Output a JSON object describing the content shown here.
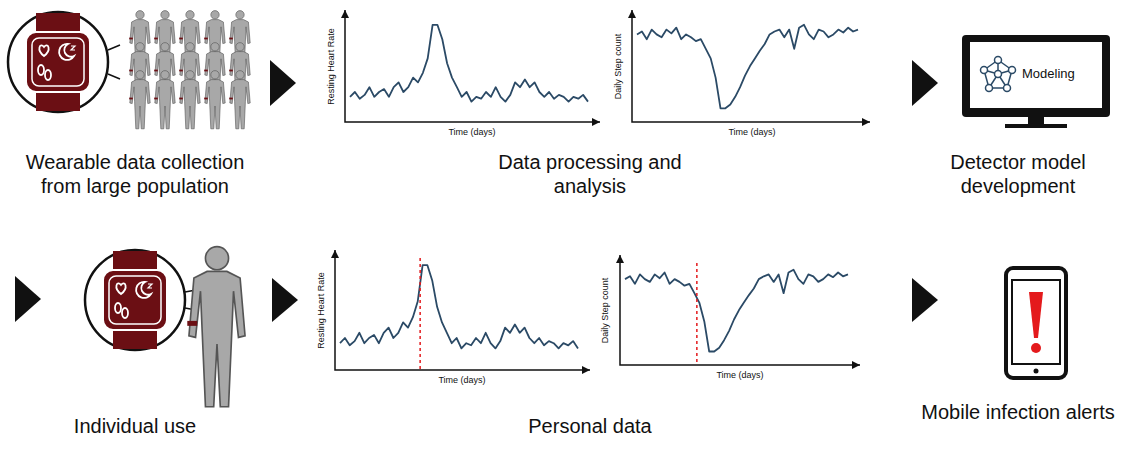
{
  "diagram": {
    "nodes": [
      {
        "text": [
          "Modeling"
        ]
      }
    ],
    "labels": [
      "Wearable data collection from large population",
      "Resting Heart Rate",
      "Time (days)",
      "Daily Step count",
      "Time (days)",
      "Data processing and analysis",
      "Detector model development",
      "Individual use",
      "Resting Heart Rate",
      "Time (days)",
      "Daily Step count",
      "Time (days)",
      "Personal data",
      "Mobile infection alerts"
    ]
  }
}
